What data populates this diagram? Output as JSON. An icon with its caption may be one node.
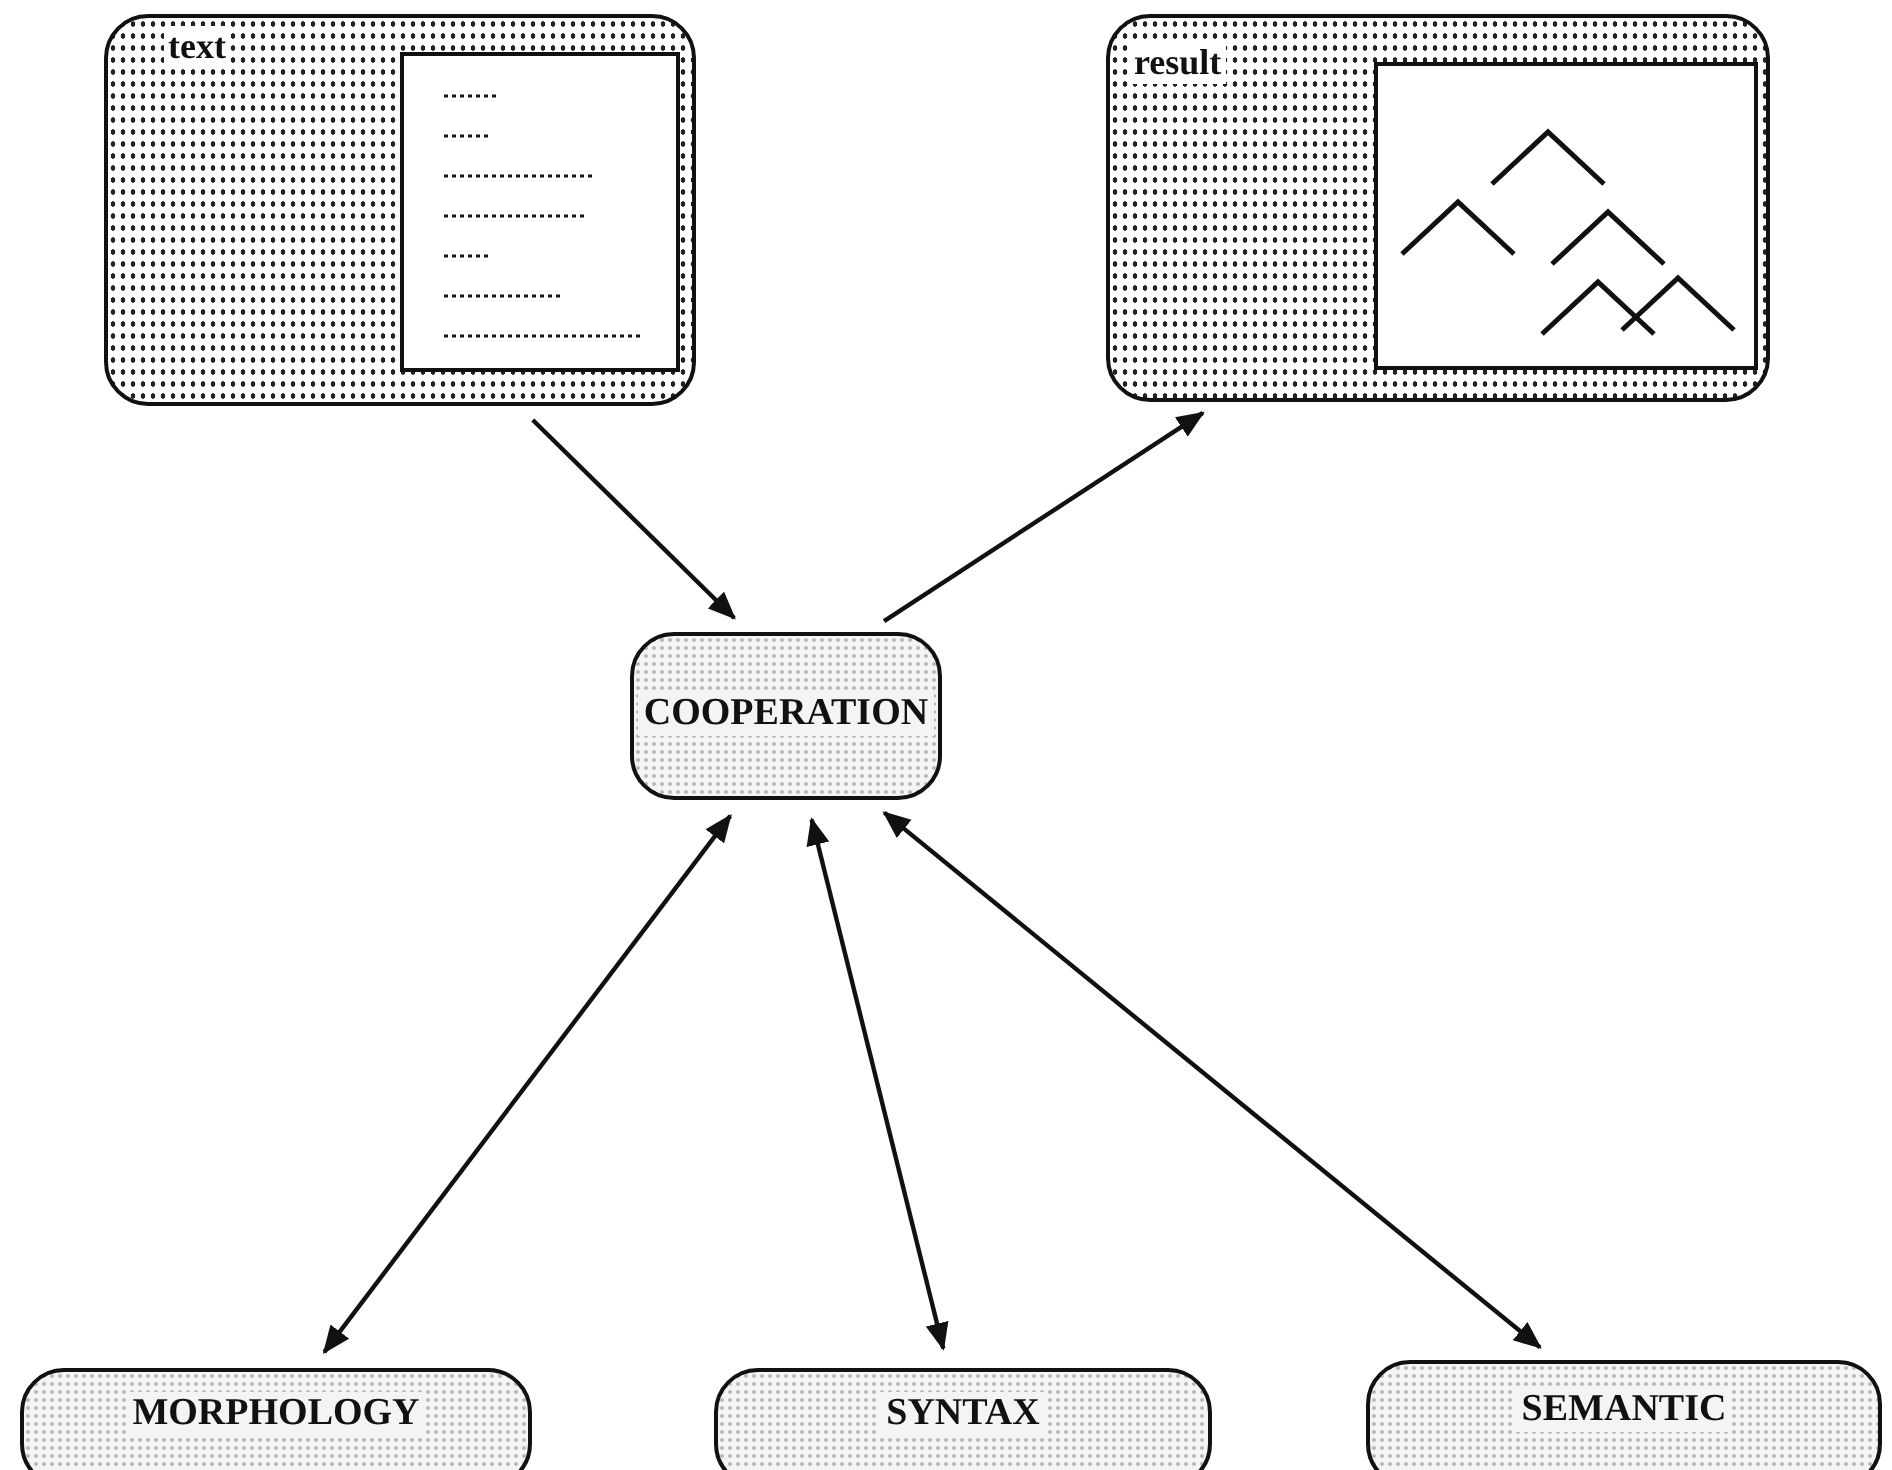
{
  "diagram": {
    "nodes": [
      {
        "text": [
          "text"
        ]
      },
      {
        "text": [
          "result"
        ]
      },
      {
        "text": [
          "COOPERATION"
        ]
      },
      {
        "text": [
          "MORPHOLOGY"
        ]
      },
      {
        "text": [
          "SYNTAX"
        ]
      },
      {
        "text": [
          "SEMANTIC"
        ]
      }
    ],
    "edges": [
      {
        "from": 0,
        "to": 2,
        "arrow": "to"
      },
      {
        "from": 2,
        "to": 1,
        "arrow": "to"
      },
      {
        "from": 2,
        "to": 3,
        "arrow": "both"
      },
      {
        "from": 2,
        "to": 4,
        "arrow": "both"
      },
      {
        "from": 2,
        "to": 5,
        "arrow": "both"
      }
    ]
  }
}
